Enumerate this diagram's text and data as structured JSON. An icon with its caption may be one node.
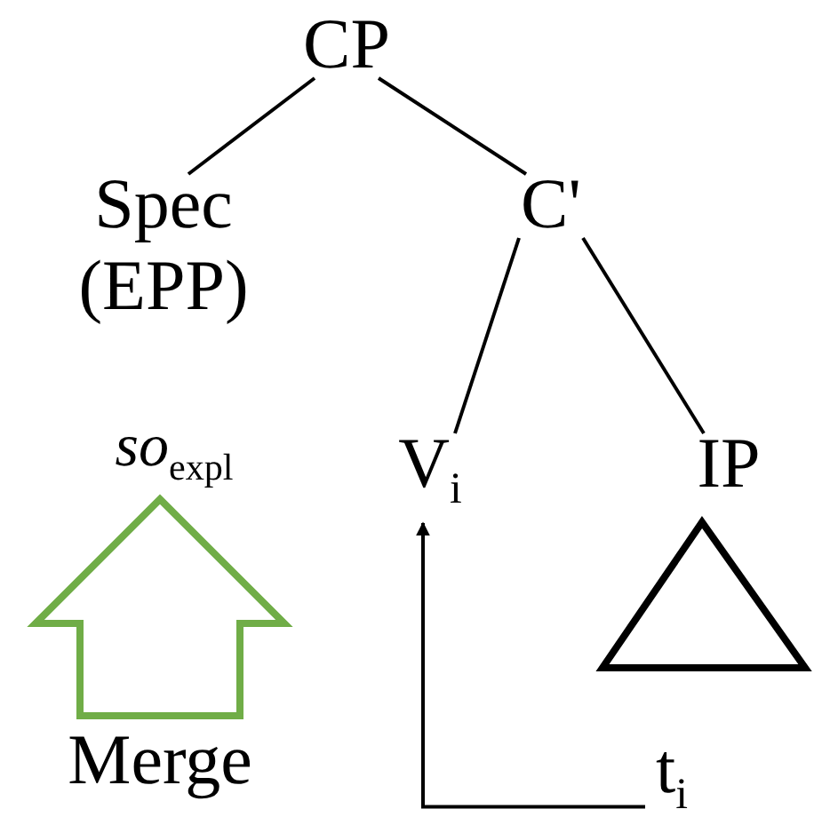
{
  "diagram": {
    "nodes": [
      {
        "text": [
          "CP"
        ]
      },
      {
        "text": [
          "Spec (EPP)"
        ]
      },
      {
        "text": [
          "C'"
        ]
      },
      {
        "text": [
          "*so*$_{expl}$"
        ]
      },
      {
        "text": [
          "V$_{i}$"
        ]
      },
      {
        "text": [
          "IP"
        ]
      },
      {
        "text": [],
        "shape": "triangle"
      },
      {
        "text": [
          "Merge"
        ]
      },
      {
        "text": [
          "t$_{i}$"
        ]
      }
    ],
    "edges": [
      {
        "from": 0,
        "to": 1,
        "arrow": "none"
      },
      {
        "from": 0,
        "to": 2,
        "arrow": "none"
      },
      {
        "from": 2,
        "to": 4,
        "arrow": "none"
      },
      {
        "from": 2,
        "to": 5,
        "arrow": "none"
      },
      {
        "from": 7,
        "to": 3,
        "arrow": "to",
        "style": "thick",
        "color": "#70ad47"
      },
      {
        "from": 8,
        "to": 4,
        "arrow": "to"
      }
    ]
  }
}
